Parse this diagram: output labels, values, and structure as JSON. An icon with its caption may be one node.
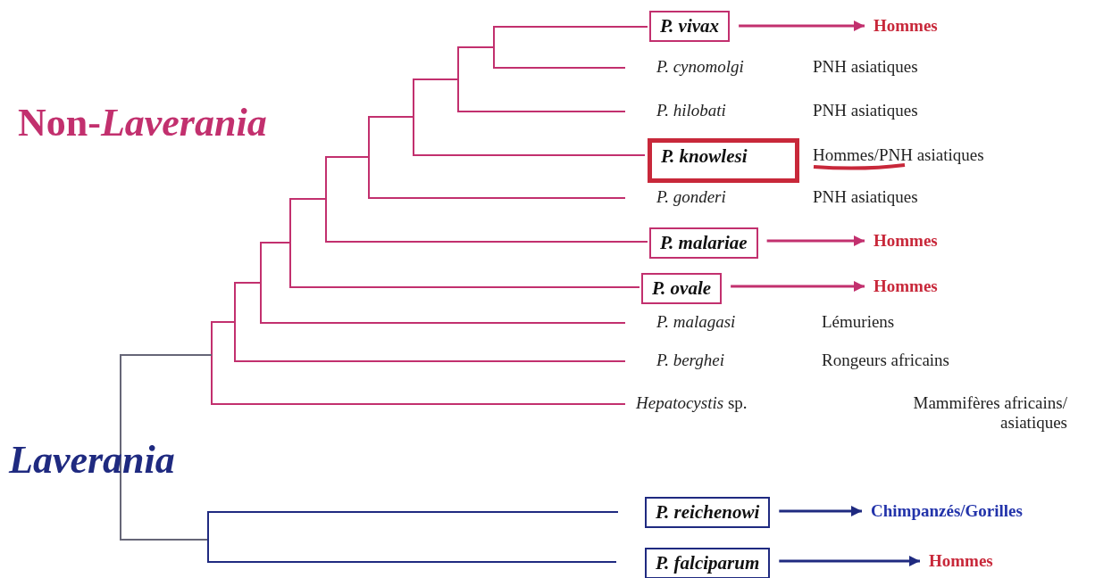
{
  "diagram": {
    "nodes": [
      {
        "text": [
          "P. vivax"
        ]
      },
      {
        "text": [
          "Hommes"
        ]
      },
      {
        "text": [
          "P. knowlesi"
        ],
        "beside": [
          "Hommes/PNH asiatiques"
        ]
      },
      {
        "text": [
          "P. malariae"
        ]
      },
      {
        "text": [
          "Hommes"
        ]
      },
      {
        "text": [
          "P. ovale"
        ]
      },
      {
        "text": [
          "Hommes"
        ]
      },
      {
        "text": [
          "P. reichenowi"
        ]
      },
      {
        "text": [
          "Chimpanzés/Gorilles"
        ]
      },
      {
        "text": [
          "P. falciparum"
        ]
      },
      {
        "text": [
          "Hommes"
        ]
      }
    ],
    "edges": [
      {
        "from": 0,
        "to": 1,
        "arrow": "to"
      },
      {
        "from": 3,
        "to": 4,
        "arrow": "to"
      },
      {
        "from": 5,
        "to": 6,
        "arrow": "to"
      },
      {
        "from": 7,
        "to": 8,
        "arrow": "to",
        "color": "#1f2a80"
      },
      {
        "from": 9,
        "to": 10,
        "arrow": "to",
        "color": "#1f2a80"
      }
    ],
    "labels": [
      "Non-*Laverania*",
      "P. cynomolgi",
      "PNH asiatiques",
      "P. hilobati",
      "PNH asiatiques",
      "P. gonderi",
      "PNH asiatiques",
      "P. malagasi",
      "Lémuriens",
      "P. berghei",
      "Rongeurs africains",
      "*Hepatocystis* sp.",
      "Mammifères africains/ asiatiques",
      "Laverania"
    ]
  }
}
